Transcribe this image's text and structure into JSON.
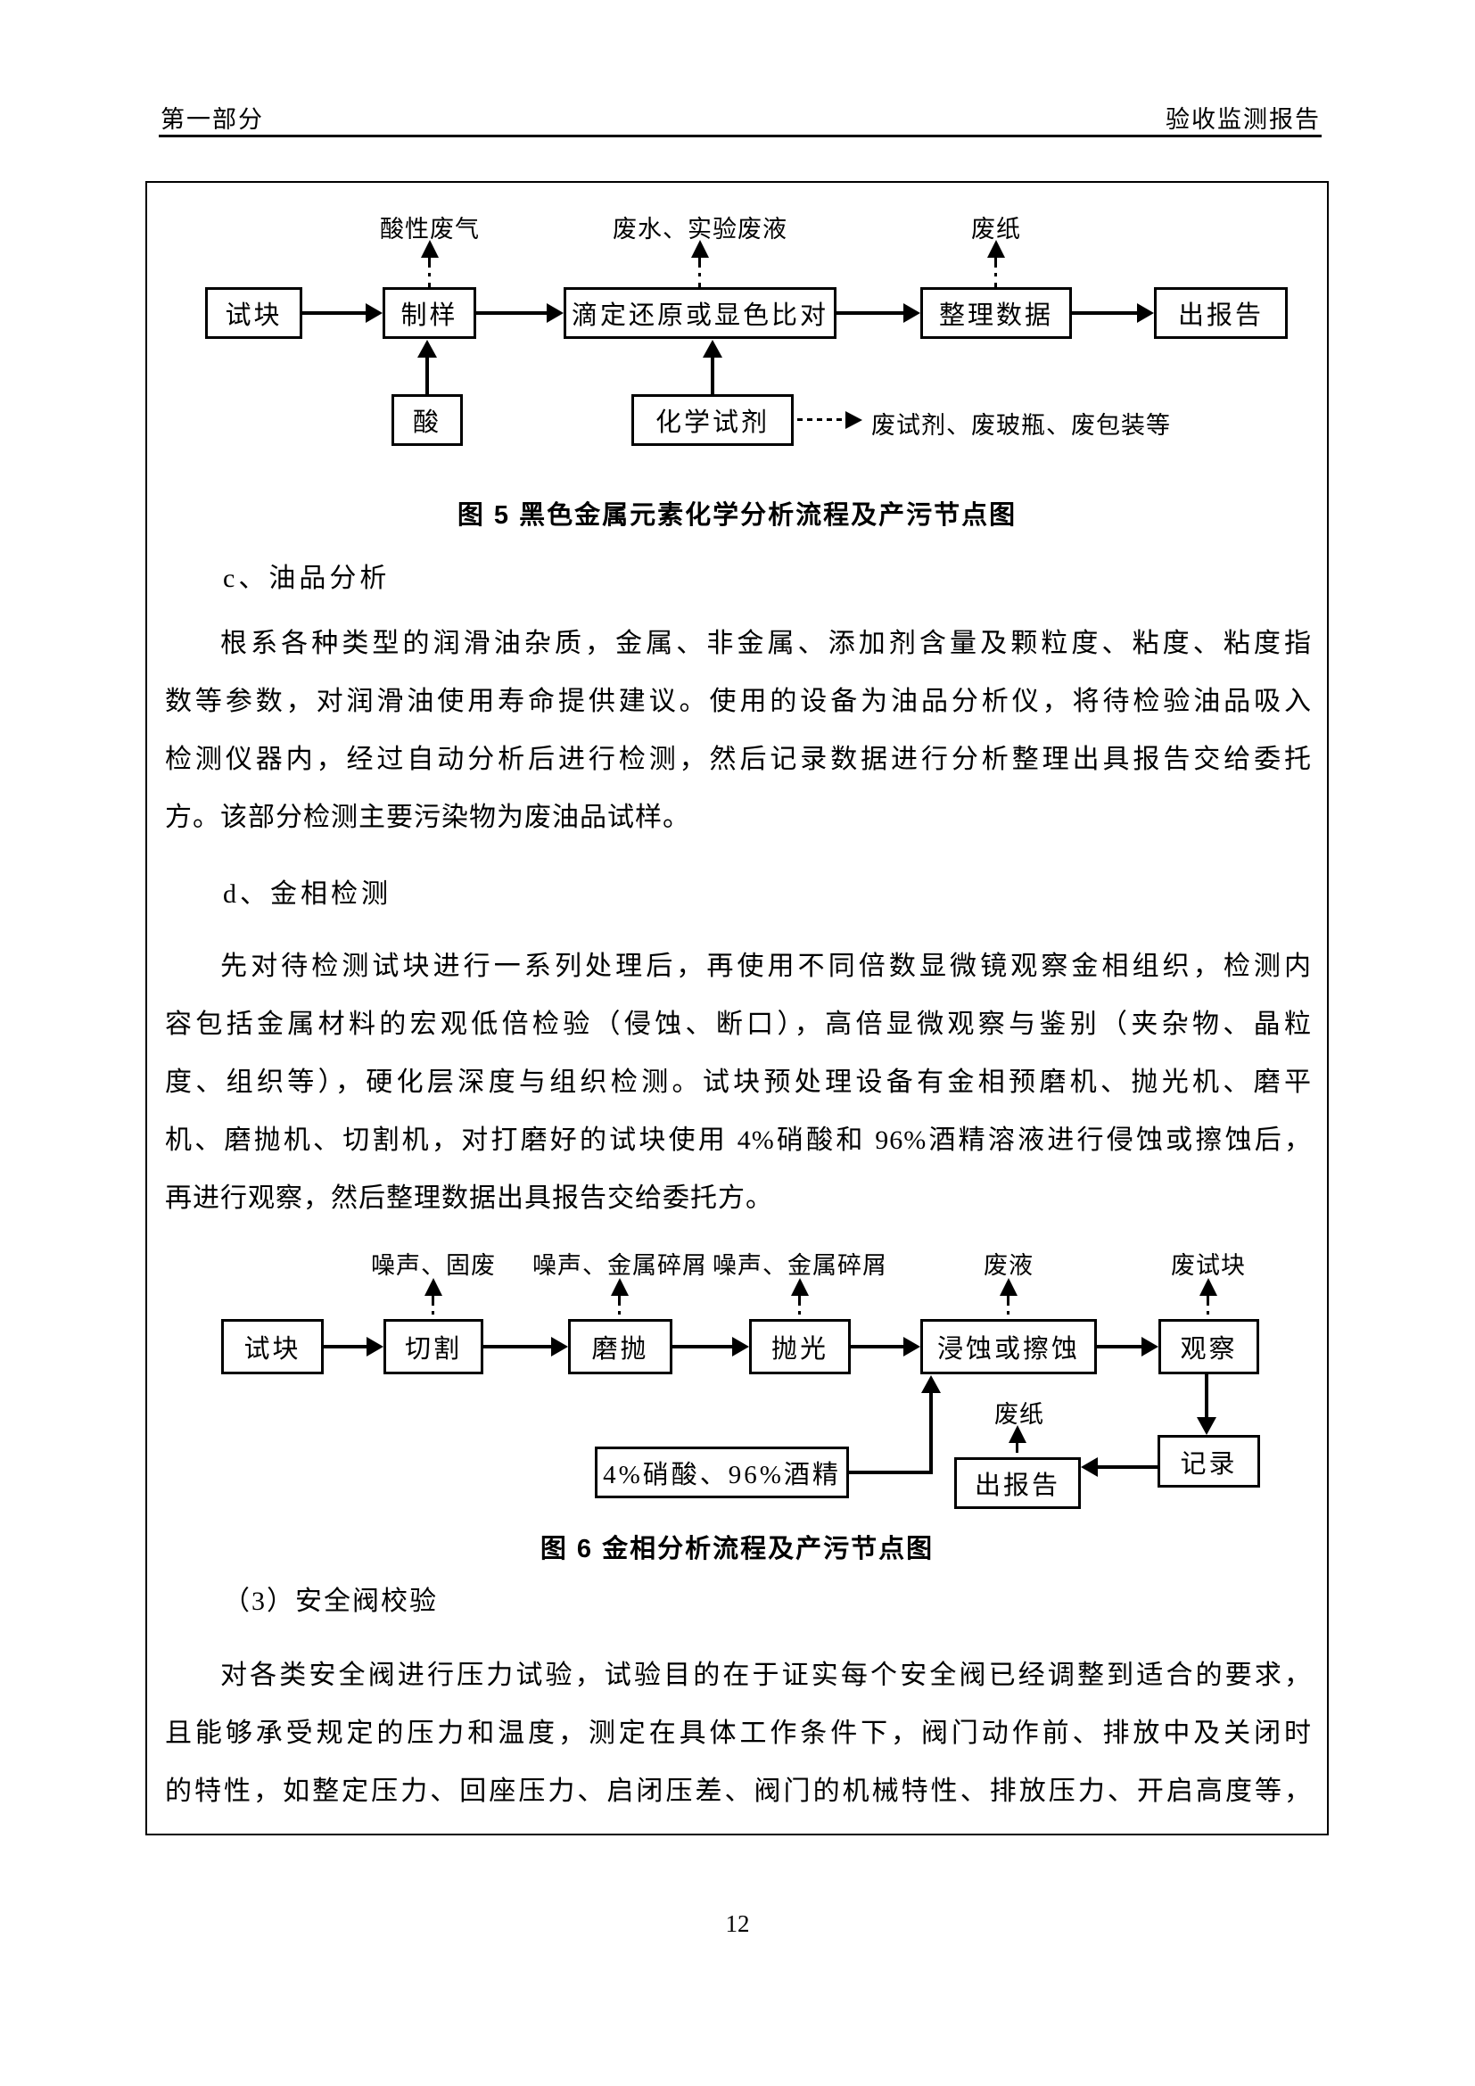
{
  "header": {
    "left": "第一部分",
    "right": "验收监测报告"
  },
  "figure5": {
    "caption": "图 5  黑色金属元素化学分析流程及产污节点图",
    "nodes": {
      "sample": "试块",
      "prep": "制样",
      "titration": "滴定还原或显色比对",
      "organize": "整理数据",
      "report": "出报告",
      "acid": "酸",
      "reagent": "化学试剂"
    },
    "outputs": {
      "acid_gas": "酸性废气",
      "wastewater": "废水、实验废液",
      "waste_paper": "废纸",
      "waste_reagent": "废试剂、废玻瓶、废包装等"
    }
  },
  "section_c": {
    "heading": "c、油品分析",
    "lines": [
      "根系各种类型的润滑油杂质，金属、非金属、添加剂含量及颗粒度、粘度、粘度指",
      "数等参数，对润滑油使用寿命提供建议。使用的设备为油品分析仪，将待检验油品吸入",
      "检测仪器内，经过自动分析后进行检测，然后记录数据进行分析整理出具报告交给委托",
      "方。该部分检测主要污染物为废油品试样。"
    ]
  },
  "section_d": {
    "heading": "d、金相检测",
    "lines": [
      "先对待检测试块进行一系列处理后，再使用不同倍数显微镜观察金相组织，检测内",
      "容包括金属材料的宏观低倍检验（侵蚀、断口），高倍显微观察与鉴别（夹杂物、晶粒",
      "度、组织等），硬化层深度与组织检测。试块预处理设备有金相预磨机、抛光机、磨平",
      "机、磨抛机、切割机，对打磨好的试块使用 4%硝酸和 96%酒精溶液进行侵蚀或擦蚀后，",
      "再进行观察，然后整理数据出具报告交给委托方。"
    ]
  },
  "figure6": {
    "caption": "图 6  金相分析流程及产污节点图",
    "nodes": {
      "sample": "试块",
      "cutting": "切割",
      "grinding": "磨抛",
      "polishing": "抛光",
      "etching": "浸蚀或擦蚀",
      "observe": "观察",
      "record": "记录",
      "report": "出报告",
      "solution": "4%硝酸、96%酒精"
    },
    "outputs": {
      "noise_solid": "噪声、固废",
      "noise_debris_1": "噪声、金属碎屑",
      "noise_debris_2": "噪声、金属碎屑",
      "waste_liquid": "废液",
      "waste_sample": "废试块",
      "waste_paper": "废纸"
    }
  },
  "section_3": {
    "heading": "（3）安全阀校验",
    "lines": [
      "对各类安全阀进行压力试验，试验目的在于证实每个安全阀已经调整到适合的要求，",
      "且能够承受规定的压力和温度，测定在具体工作条件下，阀门动作前、排放中及关闭时",
      "的特性，如整定压力、回座压力、启闭压差、阀门的机械特性、排放压力、开启高度等，"
    ]
  },
  "page": {
    "number": "12"
  }
}
